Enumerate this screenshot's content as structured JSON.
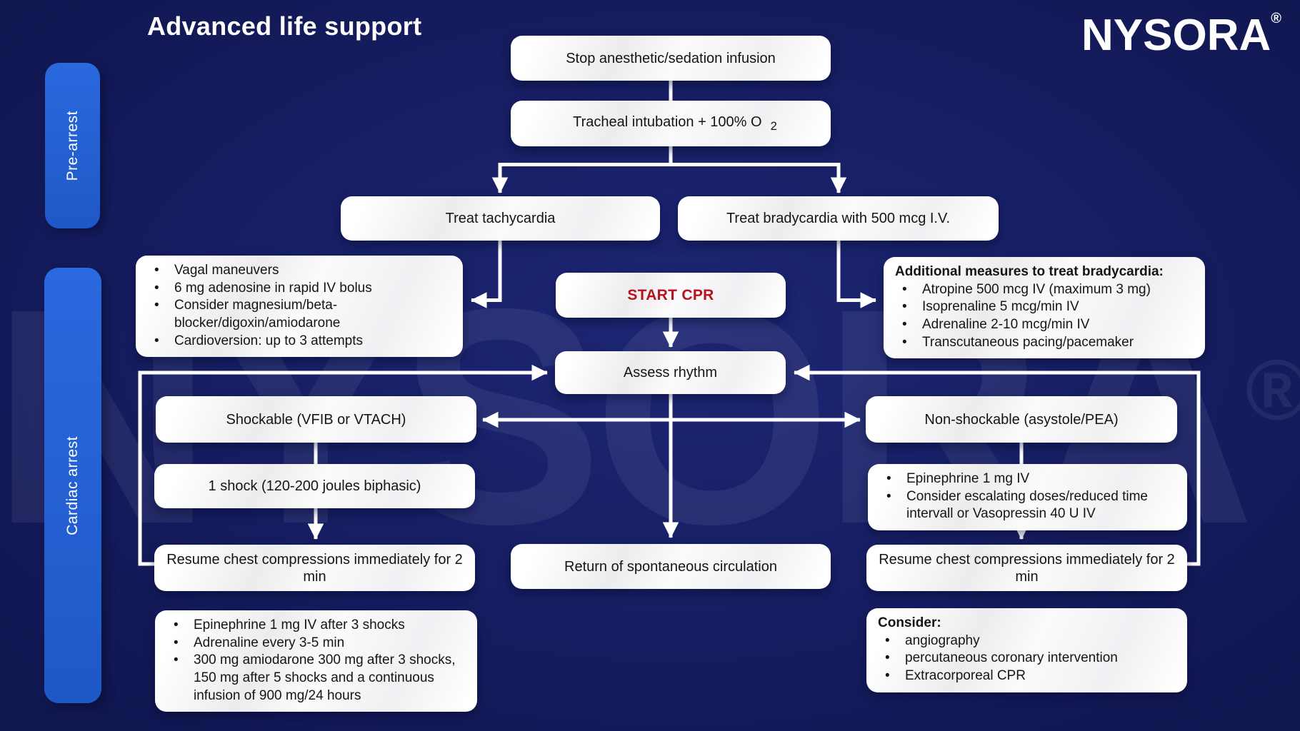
{
  "title": "Advanced life support",
  "brand": {
    "name": "NYSORA",
    "registered": "®"
  },
  "watermark": {
    "text": "NYSORA",
    "registered": "®"
  },
  "sidebar": {
    "pre_arrest": "Pre-arrest",
    "cardiac_arrest": "Cardiac arrest"
  },
  "colors": {
    "background": "#171e63",
    "stage_pill_blue": "#2263d6",
    "cpr_red": "#b8121c",
    "box_white": "#ffffff",
    "connector_white": "#ffffff",
    "box_text": "#151515"
  },
  "nodes": {
    "stop_infusion": {
      "label": "Stop anesthetic/sedation infusion"
    },
    "tracheal_intubation": {
      "label": "Tracheal intubation + 100% O",
      "subscript": "2"
    },
    "treat_tachycardia": {
      "label": "Treat tachycardia"
    },
    "treat_bradycardia": {
      "label": "Treat bradycardia with 500 mcg I.V."
    },
    "tachycardia_measures": {
      "bullets": [
        "Vagal maneuvers",
        "6 mg adenosine in rapid IV bolus",
        "Consider magnesium/beta-blocker/digoxin/amiodarone",
        "Cardioversion: up to 3 attempts"
      ]
    },
    "start_cpr": {
      "label": "START CPR"
    },
    "bradycardia_measures": {
      "header": "Additional measures to treat bradycardia:",
      "bullets": [
        "Atropine 500 mcg IV (maximum 3 mg)",
        "Isoprenaline 5 mcg/min IV",
        "Adrenaline 2-10 mcg/min IV",
        "Transcutaneous pacing/pacemaker"
      ]
    },
    "assess_rhythm": {
      "label": "Assess rhythm"
    },
    "shockable": {
      "label": "Shockable (VFIB or VTACH)"
    },
    "non_shockable": {
      "label": "Non-shockable (asystole/PEA)"
    },
    "one_shock": {
      "label": "1 shock (120-200 joules biphasic)"
    },
    "non_shockable_drugs": {
      "bullets": [
        "Epinephrine 1 mg IV",
        "Consider escalating doses/reduced time intervall or Vasopressin 40 U IV"
      ]
    },
    "resume_compressions_left": {
      "label": "Resume chest compressions immediately for 2 min"
    },
    "return_spontaneous_circulation": {
      "label": "Return of spontaneous circulation"
    },
    "resume_compressions_right": {
      "label": "Resume chest compressions immediately for 2 min"
    },
    "shockable_drugs": {
      "bullets": [
        "Epinephrine 1 mg IV after 3 shocks",
        "Adrenaline every 3-5 min",
        "300 mg amiodarone 300 mg after 3 shocks, 150 mg after 5 shocks and a continuous infusion of 900 mg/24 hours"
      ]
    },
    "post_resuscitation": {
      "header": "Consider:",
      "bullets": [
        "angiography",
        "percutaneous coronary intervention",
        "Extracorporeal CPR"
      ]
    }
  }
}
